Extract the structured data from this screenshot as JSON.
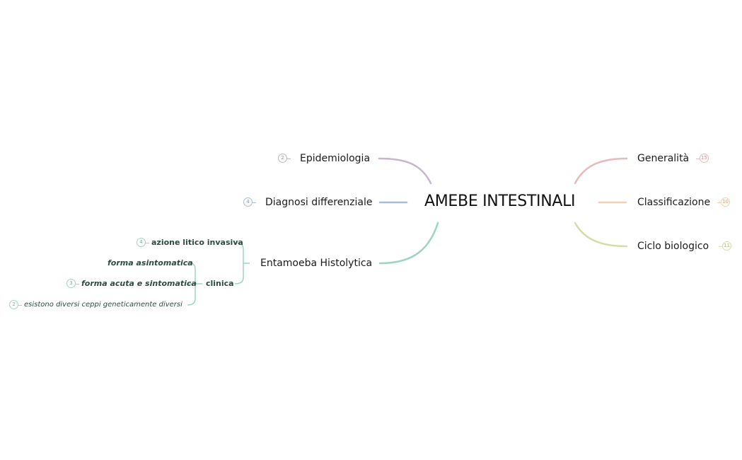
{
  "central": {
    "label": "AMEBE INTESTINALI"
  },
  "colors": {
    "epidemiologia": "#c8b4cd",
    "diagnosi": "#a9bcd3",
    "entamoeba": "#9fd3c6",
    "generalita": "#e6b9bb",
    "classificazione": "#f3cfad",
    "ciclo": "#d3dea4",
    "badge_gray": "#b9b9b9"
  },
  "left_topics": {
    "epidemiologia": {
      "label": "Epidemiologia",
      "count": "2"
    },
    "diagnosi": {
      "label": "Diagnosi differenziale",
      "count": "4"
    },
    "entamoeba": {
      "label": "Entamoeba Histolytica"
    }
  },
  "right_topics": {
    "generalita": {
      "label": "Generalità",
      "count": "15"
    },
    "classificazione": {
      "label": "Classificazione",
      "count": "10"
    },
    "ciclo": {
      "label": "Ciclo biologico",
      "count": "11"
    }
  },
  "entamoeba_children": {
    "azione": {
      "label": "azione litico invasiva",
      "count": "4"
    },
    "clinica": {
      "label": "clinica",
      "children": {
        "asintomatica": {
          "label": "forma asintomatica"
        },
        "acuta": {
          "label": "forma acuta e sintomatica",
          "count": "3"
        },
        "ceppi": {
          "label": "esistono diversi ceppi geneticamente diversi",
          "count": "2"
        }
      }
    }
  }
}
